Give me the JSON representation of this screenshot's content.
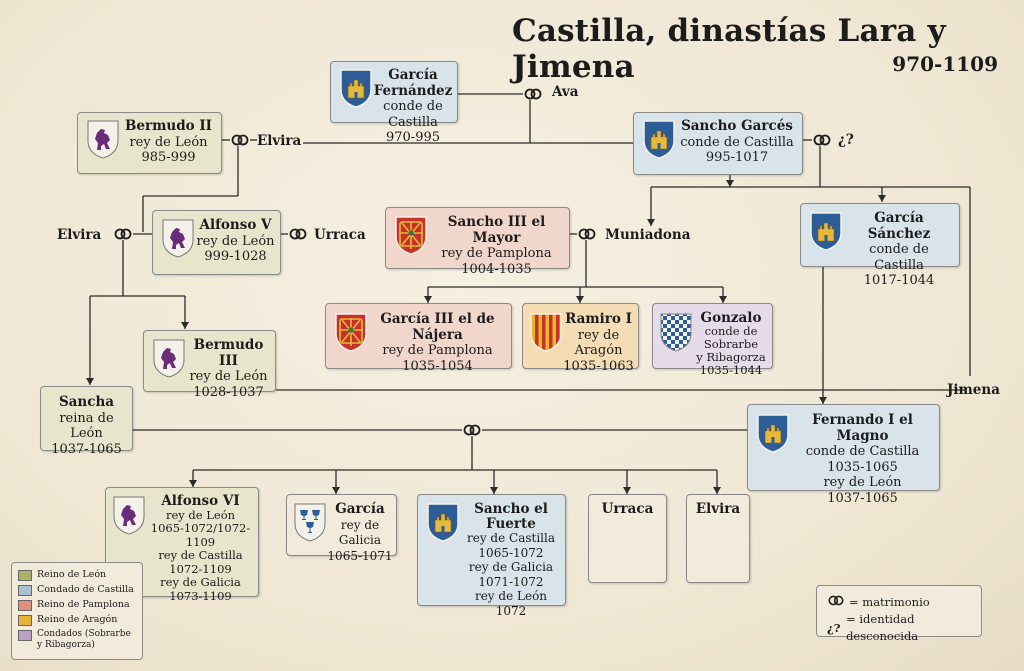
{
  "title": "Castilla, dinastías Lara y Jimena",
  "subtitle": "970-1109",
  "colors": {
    "leon": "#e7e6cc",
    "castilla": "#d9e3ea",
    "pamplona": "#f1d6cc",
    "aragon": "#f4ddb4",
    "condado": "#e5dbe9",
    "line": "#2b2b2b"
  },
  "people": {
    "garcia_fernandez": {
      "name": "García Fernández",
      "lines": [
        "conde de Castilla",
        "970-995"
      ],
      "icon": "castle-shield-icon"
    },
    "bermudo_ii": {
      "name": "Bermudo II",
      "lines": [
        "rey de León",
        "985-999"
      ],
      "icon": "lion-shield-icon"
    },
    "sancho_garces": {
      "name": "Sancho Garcés",
      "lines": [
        "conde de Castilla",
        "995-1017"
      ],
      "icon": "castle-shield-icon"
    },
    "alfonso_v": {
      "name": "Alfonso V",
      "lines": [
        "rey de León",
        "999-1028"
      ],
      "icon": "lion-shield-icon"
    },
    "sancho_iii": {
      "name": "Sancho III el Mayor",
      "lines": [
        "rey de Pamplona",
        "1004-1035"
      ],
      "icon": "chains-shield-icon"
    },
    "garcia_sanchez": {
      "name": "García Sánchez",
      "lines": [
        "conde de Castilla",
        "1017-1044"
      ],
      "icon": "castle-shield-icon"
    },
    "garcia_iii": {
      "name": "García III el de Nájera",
      "lines": [
        "rey de Pamplona",
        "1035-1054"
      ],
      "icon": "chains-shield-icon"
    },
    "ramiro_i": {
      "name": "Ramiro I",
      "lines": [
        "rey de Aragón",
        "1035-1063"
      ],
      "icon": "bars-shield-icon"
    },
    "gonzalo": {
      "name": "Gonzalo",
      "lines": [
        "conde de Sobrarbe",
        "y Ribagorza",
        "1035-1044"
      ],
      "icon": "checkered-shield-icon"
    },
    "bermudo_iii": {
      "name": "Bermudo III",
      "lines": [
        "rey de León",
        "1028-1037"
      ],
      "icon": "lion-shield-icon"
    },
    "sancha": {
      "name": "Sancha",
      "lines": [
        "reina de León",
        "1037-1065"
      ],
      "icon": ""
    },
    "fernando_i": {
      "name": "Fernando I el Magno",
      "lines": [
        "conde de Castilla",
        "1035-1065",
        "rey de León",
        "1037-1065"
      ],
      "icon": "castle-shield-icon"
    },
    "alfonso_vi": {
      "name": "Alfonso VI",
      "lines": [
        "rey de León",
        "1065-1072/1072-1109",
        "rey de Castilla",
        "1072-1109",
        "rey de Galicia",
        "1073-1109"
      ],
      "icon": "lion-shield-icon"
    },
    "garcia_galicia": {
      "name": "García",
      "lines": [
        "rey de Galicia",
        "1065-1071"
      ],
      "icon": "chalices-shield-icon"
    },
    "sancho_fuerte": {
      "name": "Sancho el Fuerte",
      "lines": [
        "rey de Castilla",
        "1065-1072",
        "rey de Galicia",
        "1071-1072",
        "rey de León",
        "1072"
      ],
      "icon": "castle-shield-icon"
    },
    "urraca_hija": {
      "name": "Urraca",
      "lines": [],
      "icon": ""
    },
    "elvira_hija": {
      "name": "Elvira",
      "lines": [],
      "icon": ""
    }
  },
  "spouses": {
    "ava": "Ava",
    "elvira_1": "Elvira",
    "elvira_2": "Elvira",
    "urraca": "Urraca",
    "desconocida": "¿?",
    "muniadona": "Muniadona",
    "jimena": "Jimena"
  },
  "legend": [
    {
      "label": "Reino de León",
      "color": "#a9b36a"
    },
    {
      "label": "Condado de Castilla",
      "color": "#a9c0d2"
    },
    {
      "label": "Reino de Pamplona",
      "color": "#e0907c"
    },
    {
      "label": "Reino de Aragón",
      "color": "#e7b13a"
    },
    {
      "label": "Condados (Sobrarbe y Ribagorza)",
      "color": "#b9a2c8"
    }
  ],
  "key": {
    "marriage": "= matrimonio",
    "unknown_symbol": "¿?",
    "unknown": "= identidad desconocida"
  }
}
